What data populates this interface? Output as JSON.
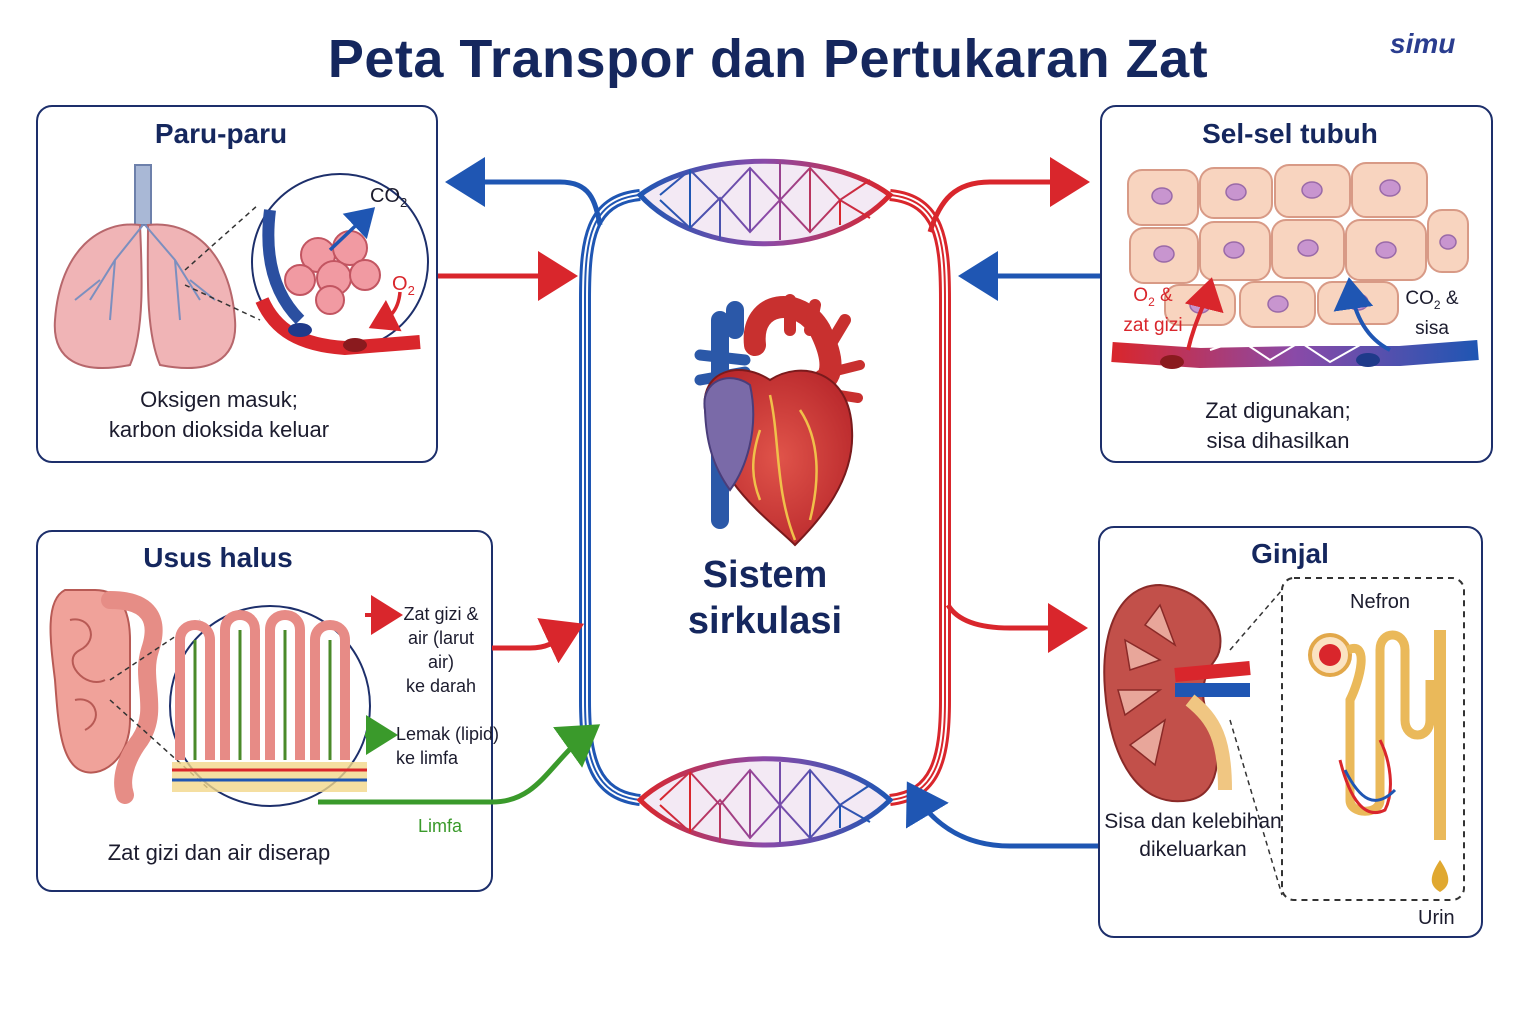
{
  "title": "Peta Transpor dan Pertukaran Zat",
  "logo": "simu",
  "center": {
    "line1": "Sistem",
    "line2": "sirkulasi"
  },
  "lungs": {
    "title": "Paru-paru",
    "co2": "CO",
    "o2": "O",
    "sub2": "2",
    "caption_line1": "Oksigen masuk;",
    "caption_line2": "karbon dioksida keluar"
  },
  "cells": {
    "title": "Sel-sel tubuh",
    "o2_label": "O",
    "o2_rest": " &",
    "o2_line2": "zat gizi",
    "co2_label": "CO",
    "co2_rest": " &",
    "co2_line2": "sisa",
    "sub2": "2",
    "caption_line1": "Zat digunakan;",
    "caption_line2": "sisa dihasilkan"
  },
  "intestine": {
    "title": "Usus halus",
    "label1_line1": "Zat gizi &",
    "label1_line2": "air (larut air)",
    "label1_line3": "ke darah",
    "label2_line1": "Lemak (lipid)",
    "label2_line2": "ke limfa",
    "lymph": "Limfa",
    "caption": "Zat gizi dan air diserap"
  },
  "kidney": {
    "title": "Ginjal",
    "nephron": "Nefron",
    "urine": "Urin",
    "caption_line1": "Sisa dan kelebihan",
    "caption_line2": "dikeluarkan"
  },
  "colors": {
    "oxygenated": "#d9262c",
    "deoxygenated": "#1f56b3",
    "lymph": "#3a9a2b",
    "navy": "#15275e"
  }
}
